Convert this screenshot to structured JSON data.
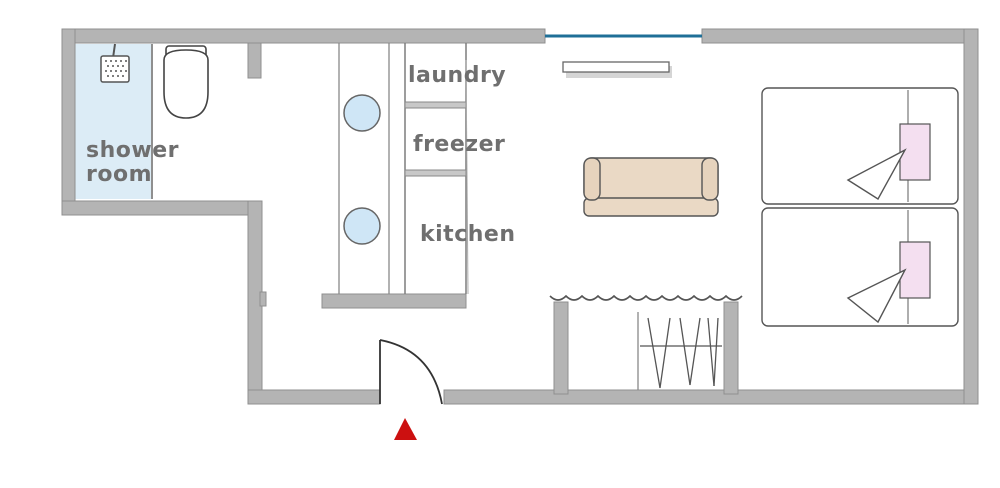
{
  "rooms": {
    "shower": {
      "line1": "shower",
      "line2": "room"
    },
    "laundry": "laundry",
    "freezer": "freezer",
    "kitchen": "kitchen"
  },
  "icons": {
    "entrance": "red-triangle-entrance-marker",
    "window": "blue-window-line"
  },
  "colors": {
    "wall": "#b4b4b4",
    "wall_dark": "#8f8f8f",
    "shower_floor": "#dcecf6",
    "sink_blue": "#cfe6f6",
    "sofa": "#ead9c5",
    "pillow": "#f4dff0",
    "window": "#1f6f97",
    "entrance_marker": "#cc1010",
    "text": "#6f6f6f"
  }
}
